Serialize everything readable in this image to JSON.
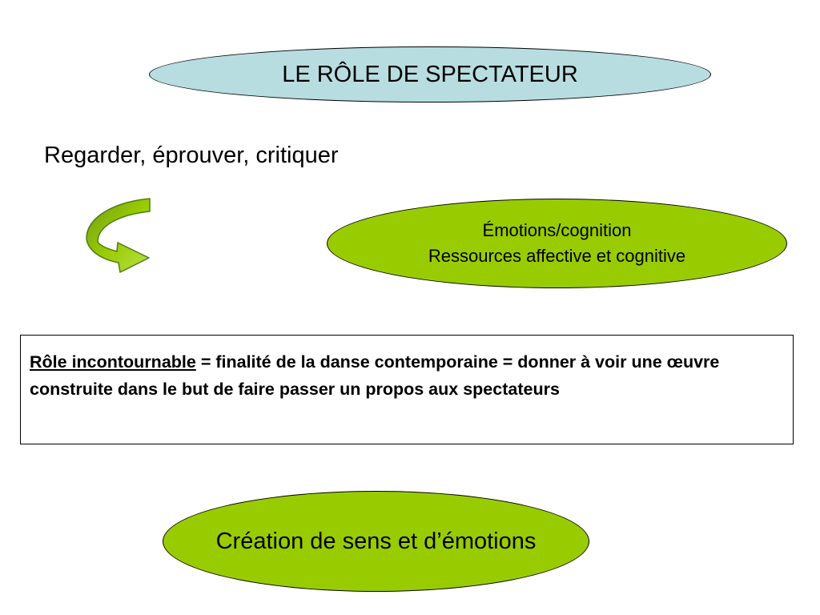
{
  "slide": {
    "title": "LE RÔLE DE SPECTATEUR",
    "subtitle": "Regarder, éprouver, critiquer",
    "emotions_oval": {
      "line1": "Émotions/cognition",
      "line2": "Ressources affective et cognitive"
    },
    "role_box": {
      "term": "Rôle incontournable",
      "definition": " = finalité de la danse contemporaine = donner à voir une œuvre construite dans le but de faire passer un propos aux spectateurs"
    },
    "conclusion": "Création de sens et d’émotions"
  },
  "colors": {
    "title_oval_fill": "#b8dde0",
    "green_oval_fill": "#99cc00",
    "arrow_fill": "#99cc00"
  }
}
